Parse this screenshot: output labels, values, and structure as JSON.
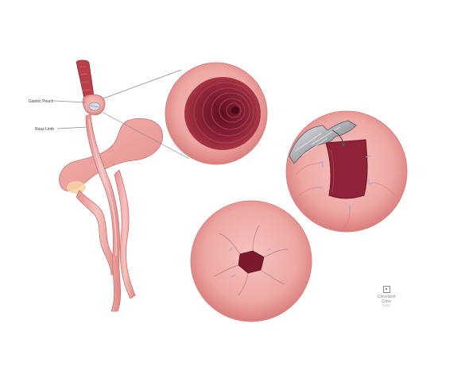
{
  "labels": {
    "gastric_pouch": "Gastric Pouch",
    "roux_limb": "Roux Limb"
  },
  "logo": {
    "name_line1": "Cleveland",
    "name_line2": "Clinic",
    "copyright": "©2022"
  },
  "colors": {
    "tissue_light": "#f4b8b5",
    "tissue_mid": "#e5928f",
    "tissue_dark": "#b03a48",
    "lumen": "#7a1a2c",
    "stomach": "#f0a9a6",
    "leader_line": "#8a8a8a",
    "staples": "#9aa7c9",
    "metal": "#c8c8cc"
  },
  "icons": {
    "logo": "cleveland-clinic-logo-icon"
  }
}
